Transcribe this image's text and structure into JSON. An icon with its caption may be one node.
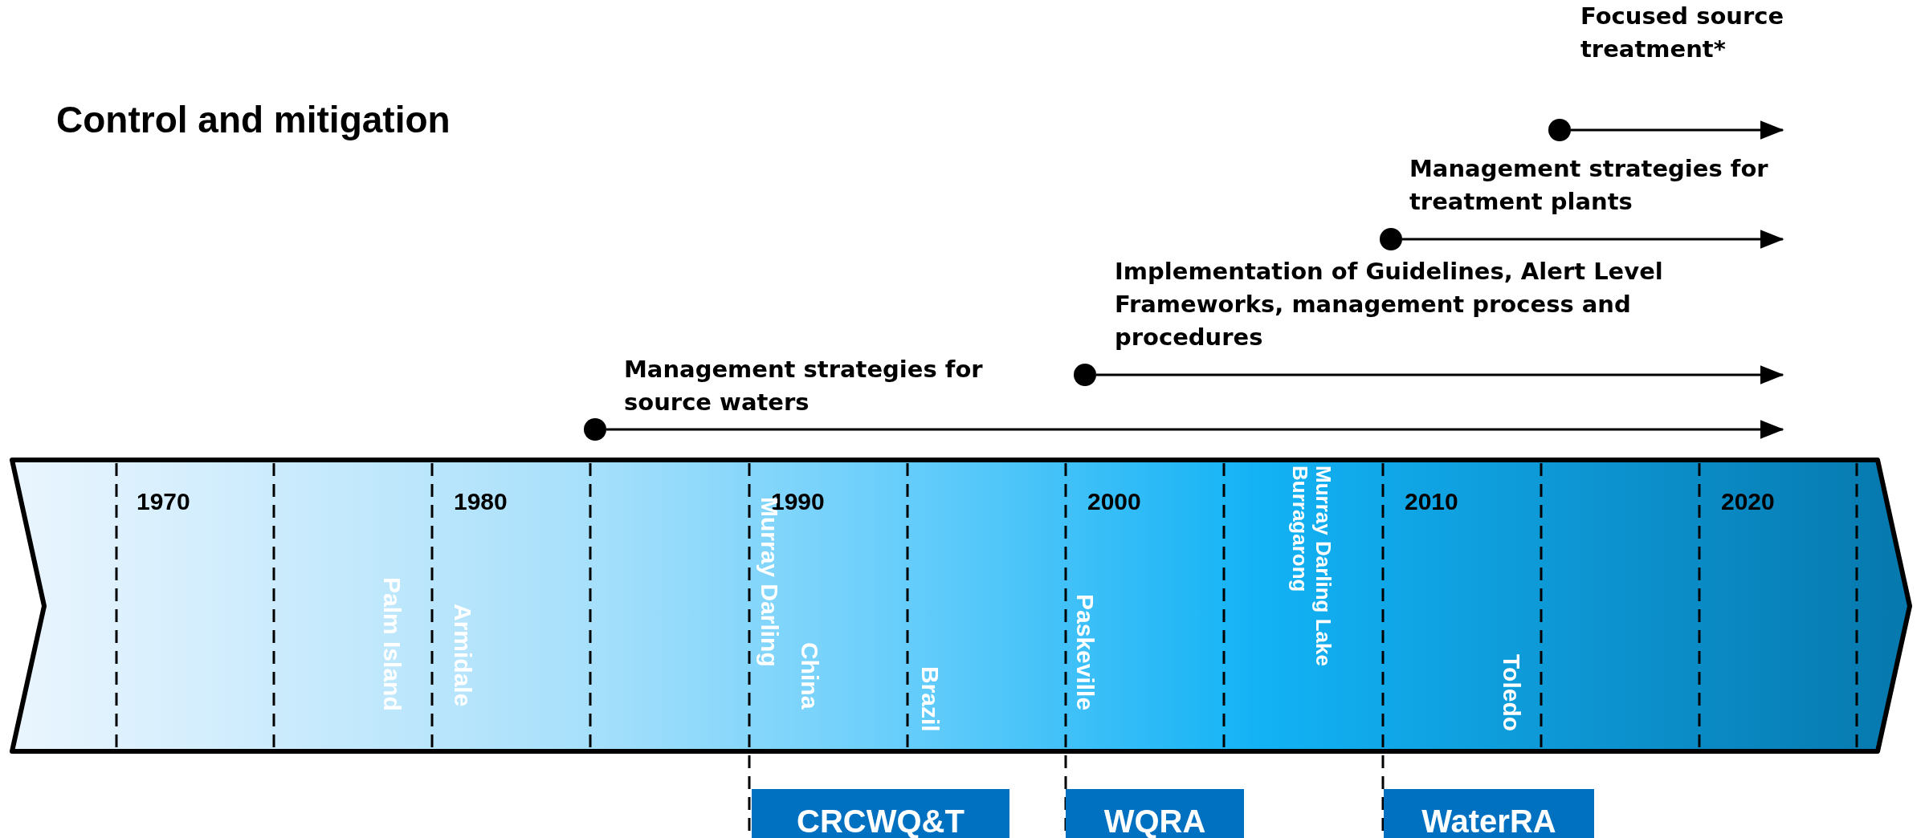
{
  "diagram": {
    "title": "Control and mitigation",
    "nodes": [
      {
        "text": [],
        "shape": "circle"
      },
      {
        "text": [],
        "shape": "circle"
      },
      {
        "text": [],
        "shape": "circle"
      },
      {
        "text": [],
        "shape": "circle"
      },
      {
        "text": [
          "CRCWQ&T"
        ]
      },
      {
        "text": [
          "WQRA"
        ]
      },
      {
        "text": [
          "WaterRA"
        ]
      }
    ],
    "edges": [
      {
        "from": 0,
        "to": null,
        "arrow": "to",
        "label": "Management strategies for source waters"
      },
      {
        "from": 1,
        "to": null,
        "arrow": "to",
        "label": "Implementation of Guidelines, Alert Level Frameworks, management process and procedures"
      },
      {
        "from": 2,
        "to": null,
        "arrow": "to",
        "label": "Management strategies for treatment plants"
      },
      {
        "from": 3,
        "to": null,
        "arrow": "to",
        "label": "Focused source treatment*"
      }
    ],
    "labels": [
      "1970",
      "1980",
      "1990",
      "2000",
      "2010",
      "2020",
      "Palm Island",
      "Armidale",
      "Murray Darling",
      "China",
      "Brazil",
      "Paskeville",
      "Murray Darling Lake Burragarong",
      "Toledo"
    ]
  }
}
